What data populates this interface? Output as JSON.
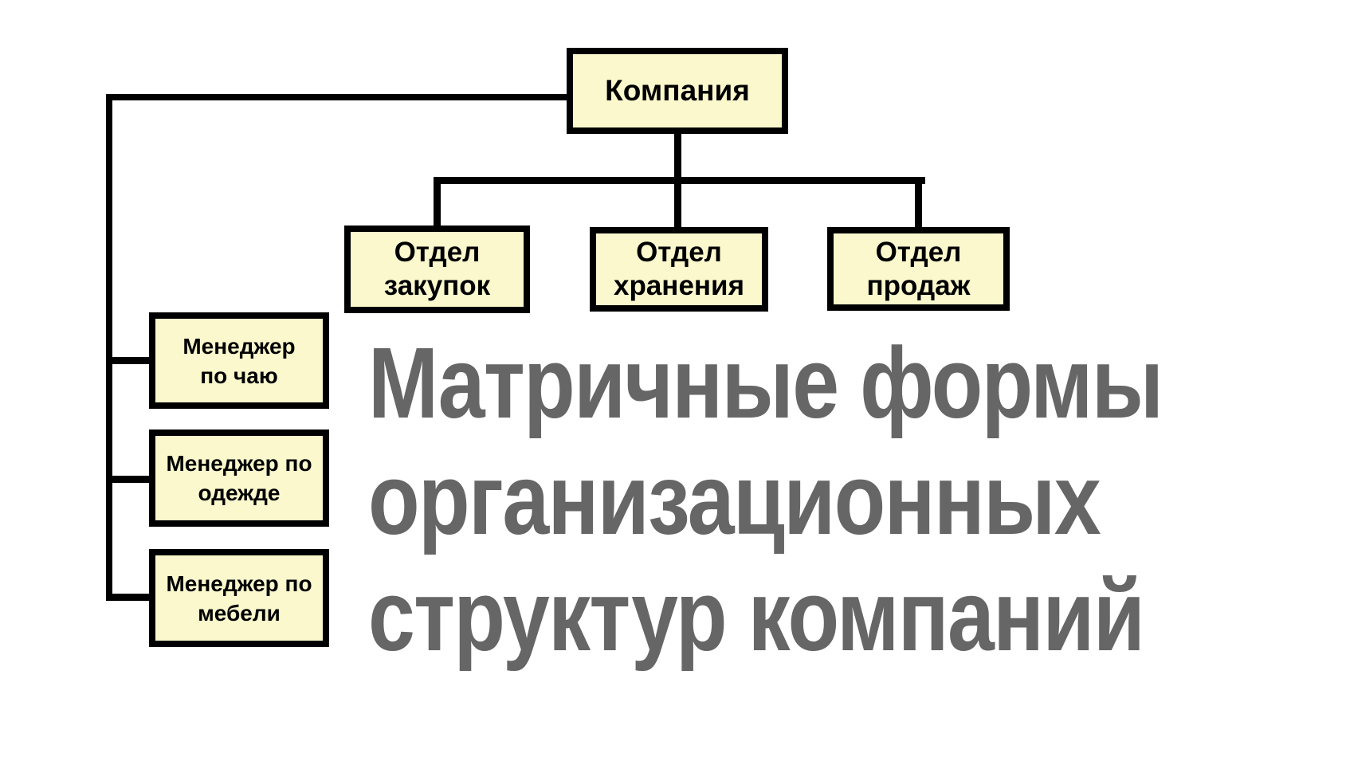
{
  "diagram": {
    "nodes": {
      "company": "Компания",
      "dept_purchasing": "Отдел\nзакупок",
      "dept_storage": "Отдел\nхранения",
      "dept_sales": "Отдел\nпродаж",
      "mgr_tea": "Менеджер\nпо чаю",
      "mgr_clothes": "Менеджер по\nодежде",
      "mgr_furniture": "Менеджер по\nмебели"
    },
    "title": {
      "line1": "Матричные формы",
      "line2": "организационных",
      "line3": "структур компаний"
    },
    "colors": {
      "box_fill": "#FAF8CC",
      "box_border": "#000000",
      "connector_line": "#000000",
      "title_text": "#666666",
      "background": "#FFFFFF"
    }
  }
}
